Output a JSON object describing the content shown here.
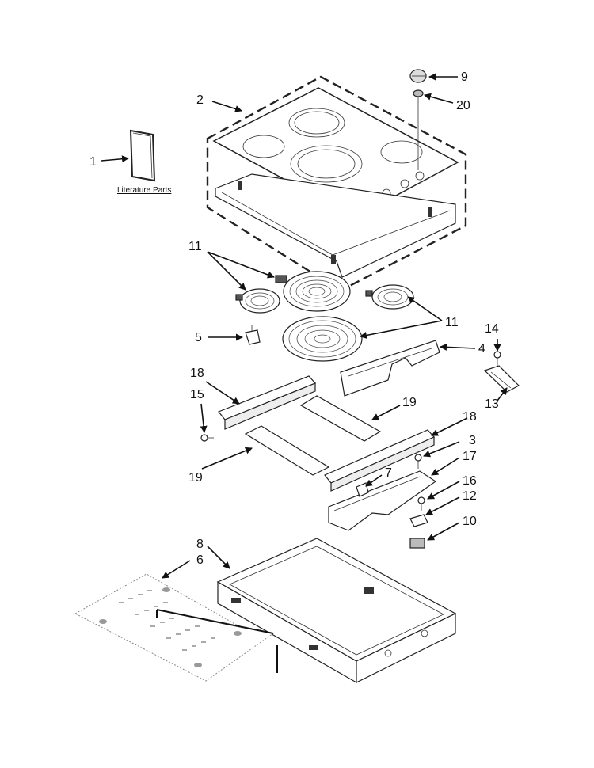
{
  "literature_label": "Literature Parts",
  "callouts": {
    "c1": "1",
    "c2": "2",
    "c3": "3",
    "c4": "4",
    "c5": "5",
    "c6": "6",
    "c7": "7",
    "c8": "8",
    "c9": "9",
    "c10": "10",
    "c11a": "11",
    "c11b": "11",
    "c12": "12",
    "c13": "13",
    "c14": "14",
    "c15": "15",
    "c16": "16",
    "c17": "17",
    "c18a": "18",
    "c18b": "18",
    "c19a": "19",
    "c19b": "19",
    "c20": "20"
  }
}
